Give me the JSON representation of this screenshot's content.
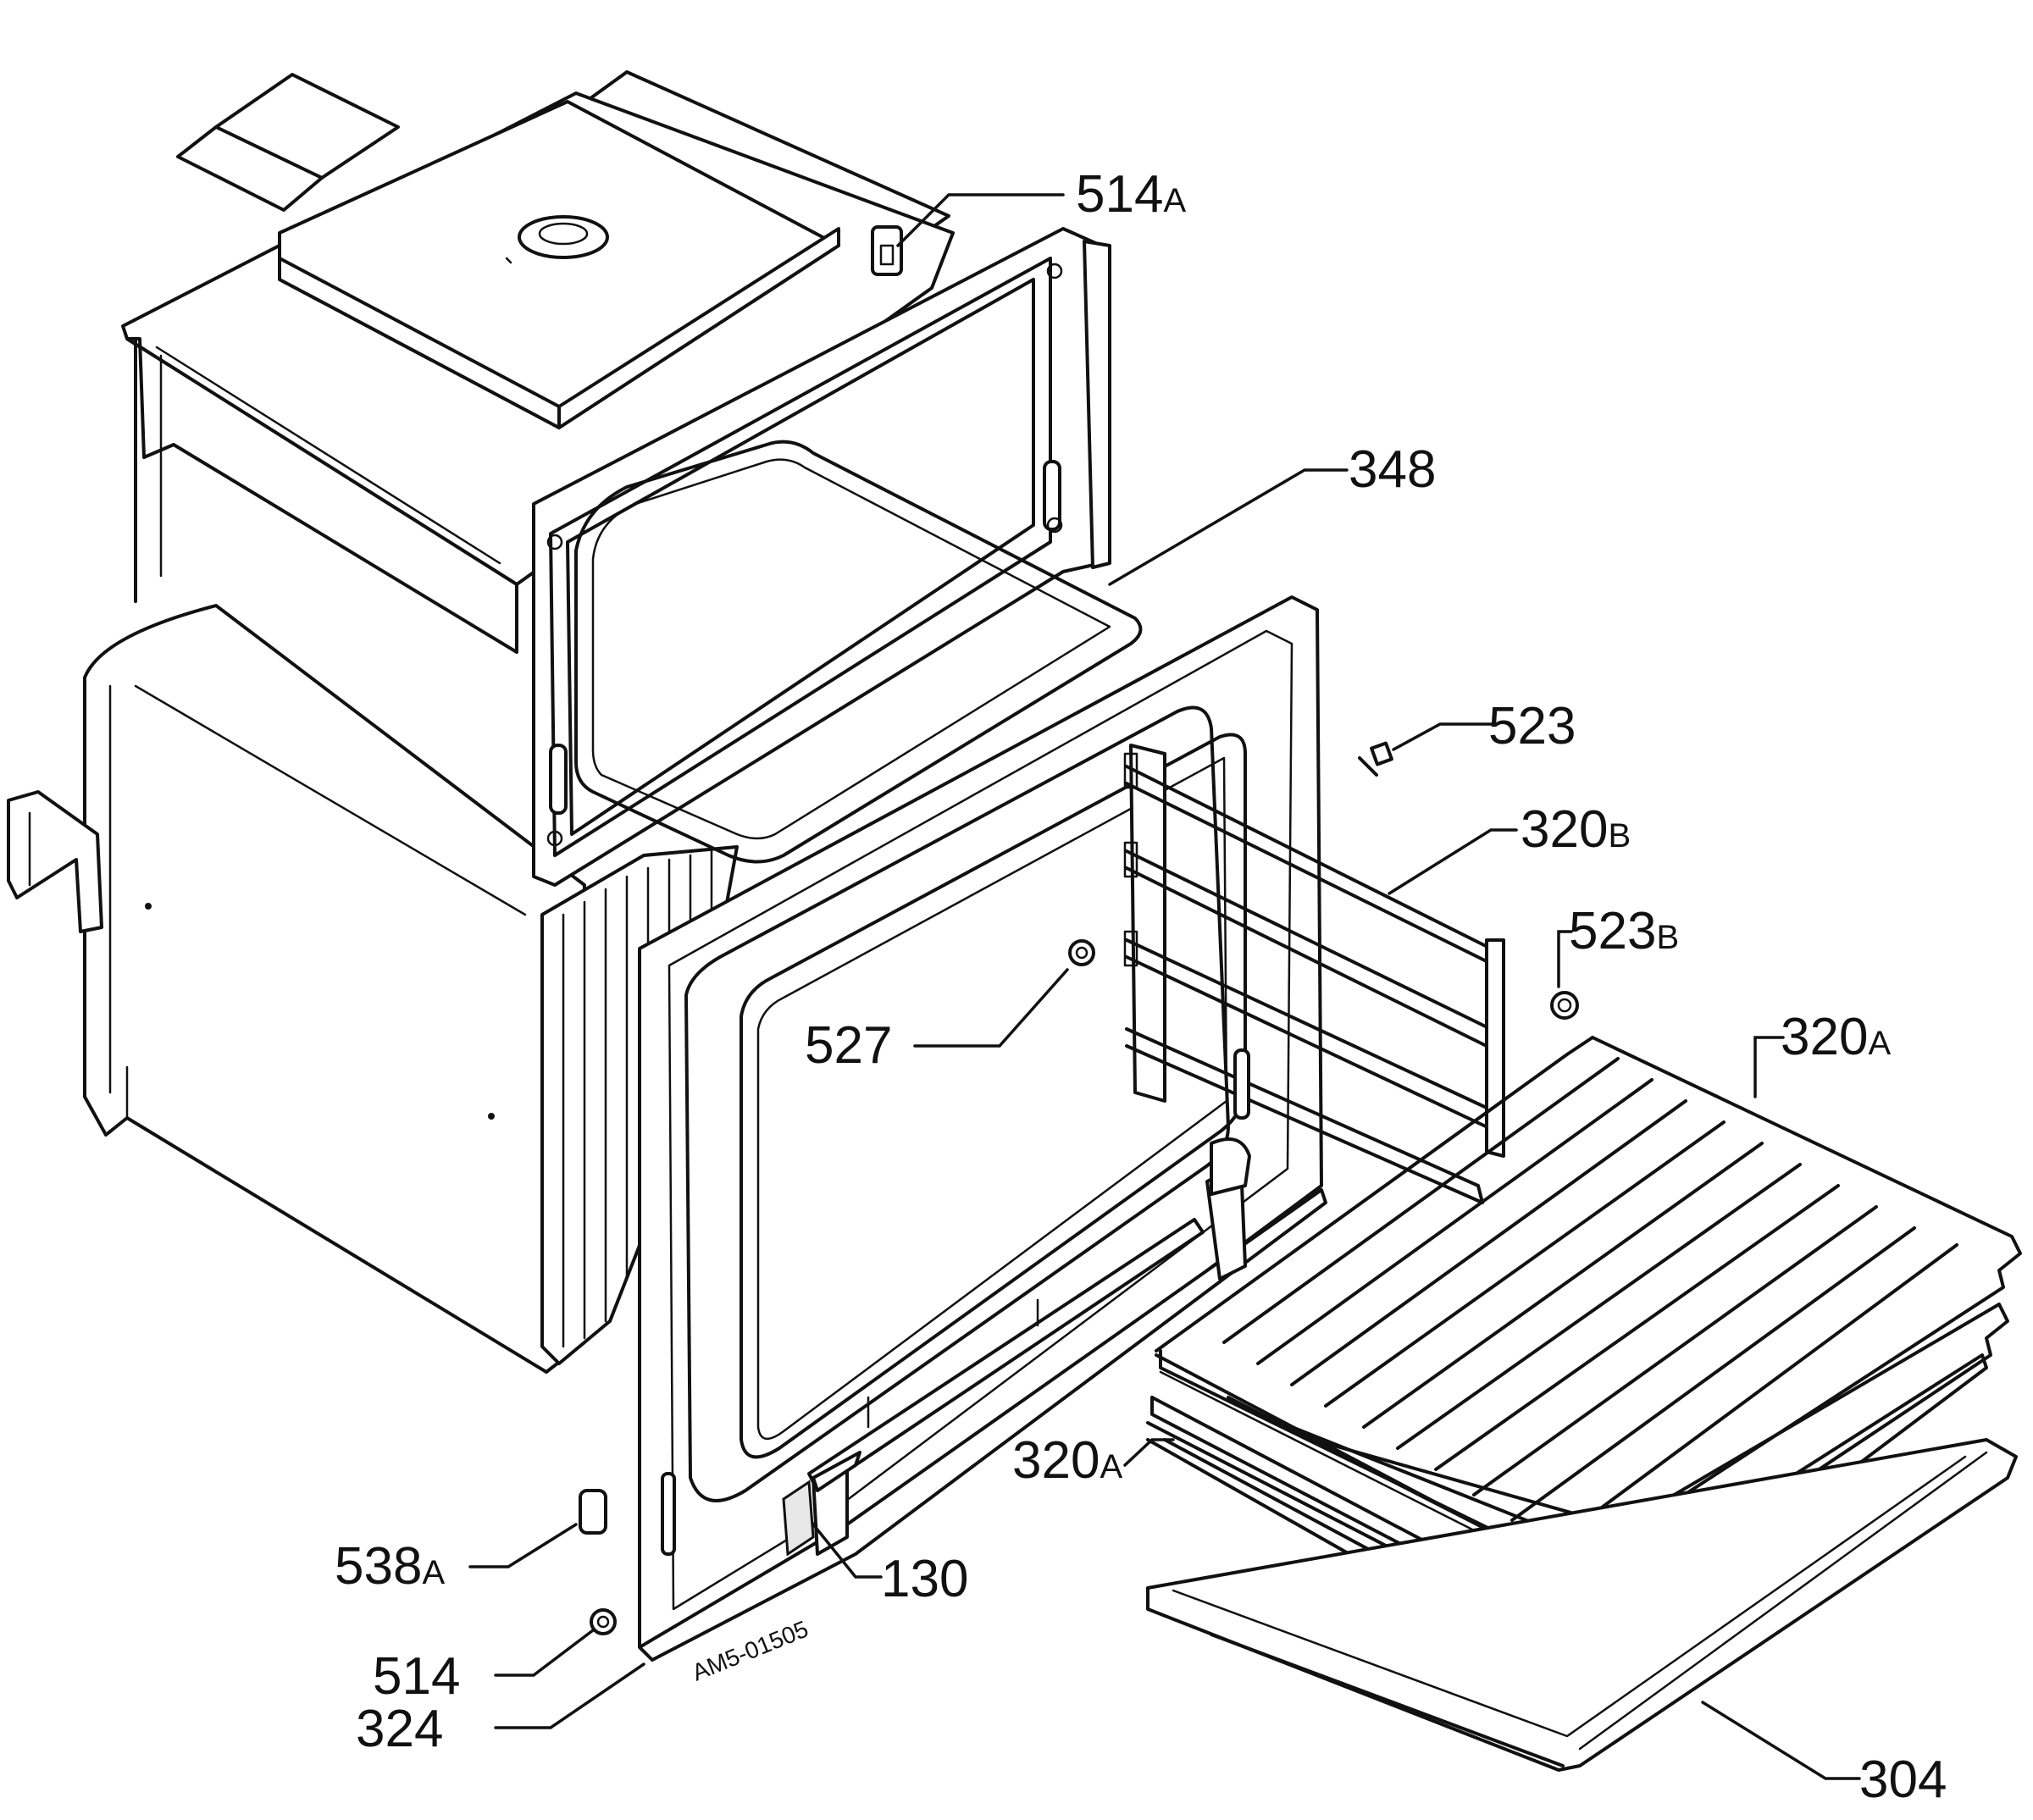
{
  "labels": {
    "p514a": {
      "num": "514",
      "sfx": "A"
    },
    "p348": {
      "num": "348",
      "sfx": ""
    },
    "p523": {
      "num": "523",
      "sfx": ""
    },
    "p320b": {
      "num": "320",
      "sfx": "B"
    },
    "p523b": {
      "num": "523",
      "sfx": "B"
    },
    "p527": {
      "num": "527",
      "sfx": ""
    },
    "p320a_top": {
      "num": "320",
      "sfx": "A"
    },
    "p320a_mid": {
      "num": "320",
      "sfx": "A"
    },
    "p538a": {
      "num": "538",
      "sfx": "A"
    },
    "p130": {
      "num": "130",
      "sfx": ""
    },
    "p514": {
      "num": "514",
      "sfx": ""
    },
    "p324": {
      "num": "324",
      "sfx": ""
    },
    "p304": {
      "num": "304",
      "sfx": ""
    }
  },
  "drawing_code": "AM5-01505"
}
